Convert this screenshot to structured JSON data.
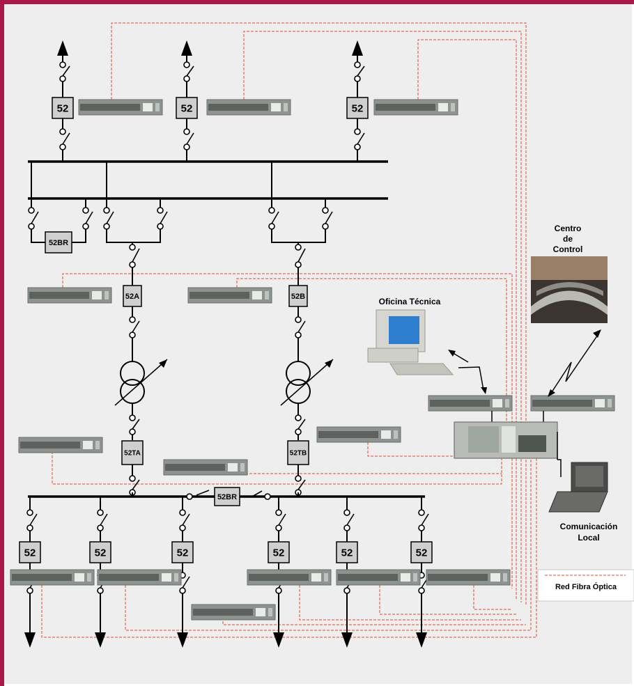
{
  "colors": {
    "frame": "#a8194a",
    "background": "#eeeeee",
    "fiber": "#e24b2c",
    "breaker_fill": "#cfcfcf",
    "line": "#000000"
  },
  "labels": {
    "centro_control": [
      "Centro",
      "de",
      "Control"
    ],
    "oficina_tecnica": "Oficina Técnica",
    "comunicacion_local": [
      "Comunicación",
      "Local"
    ],
    "legend": "Red Fibra Óptica"
  },
  "breakers": {
    "feeder": "52",
    "bus_coupler_top": "52BR",
    "transformer_a_high": "52A",
    "transformer_b_high": "52B",
    "transformer_a_low": "52TA",
    "transformer_b_low": "52TB",
    "bus_coupler_bottom": "52BR"
  },
  "icons": [
    "control-center-photo-icon",
    "workstation-computer-icon",
    "laptop-computer-icon",
    "rtu-cabinet-icon",
    "protection-relay-icon",
    "transformer-symbol-icon",
    "wireless-link-icon"
  ]
}
